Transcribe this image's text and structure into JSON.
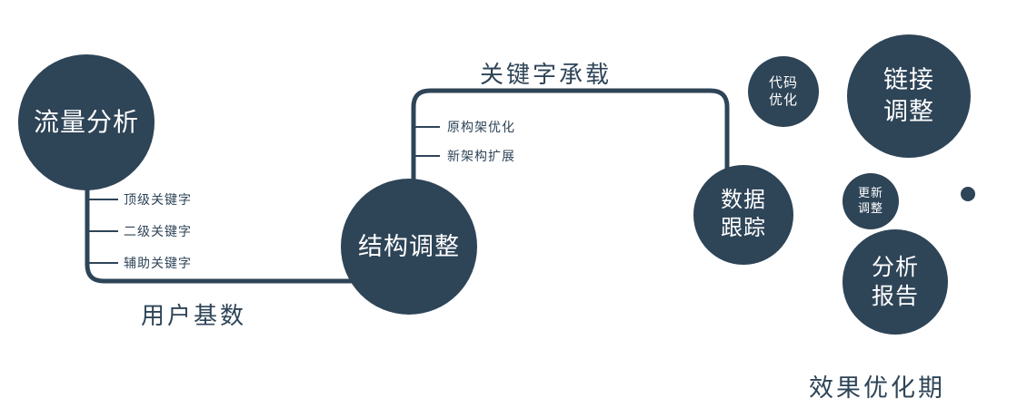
{
  "colors": {
    "navy": "#2e4457",
    "background": "#ffffff",
    "text_on_node": "#ffffff"
  },
  "diagram": {
    "nodes": {
      "traffic": {
        "label": "流量分析"
      },
      "structure": {
        "label": "结构调整"
      },
      "tracking": {
        "label": "数据\n跟踪"
      },
      "code": {
        "label": "代码\n优化"
      },
      "link": {
        "label": "链接\n调整"
      },
      "update": {
        "label": "更新\n调整"
      },
      "report": {
        "label": "分析\n报告"
      }
    },
    "branches": {
      "left": [
        "顶级关键字",
        "二级关键字",
        "辅助关键字"
      ],
      "mid": [
        "原构架优化",
        "新架构扩展"
      ]
    },
    "edge_labels": {
      "user_base": "用户基数",
      "keyword_carry": "关键字承载"
    },
    "footer": "效果优化期"
  }
}
